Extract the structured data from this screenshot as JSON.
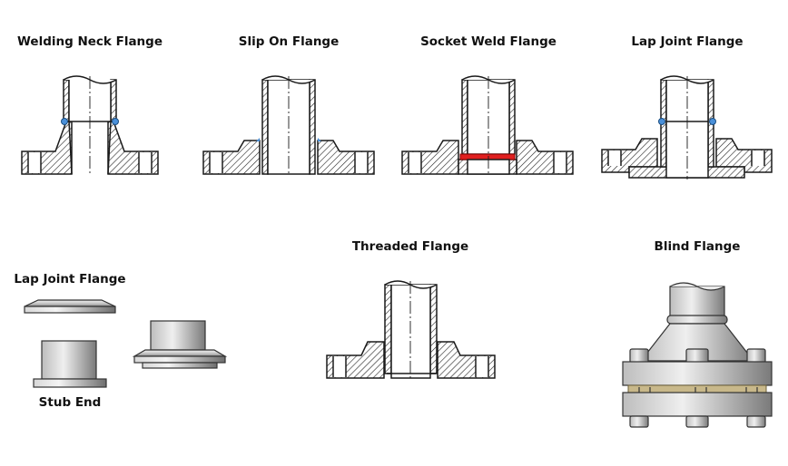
{
  "labels": {
    "welding_neck": "Welding Neck Flange",
    "slip_on": "Slip On Flange",
    "socket_weld": "Socket Weld Flange",
    "lap_joint_top": "Lap Joint Flange",
    "threaded": "Threaded Flange",
    "blind": "Blind Flange",
    "lap_joint_bottom": "Lap Joint Flange",
    "stub_end": "Stub End"
  },
  "colors": {
    "weld_bead": "#4a90d9",
    "socket_gap": "#e02020",
    "gasket": "#c8b88a",
    "outline": "#1a1a1a",
    "steel_light": "#e4e4e4",
    "steel_dark": "#8a8a8a"
  }
}
